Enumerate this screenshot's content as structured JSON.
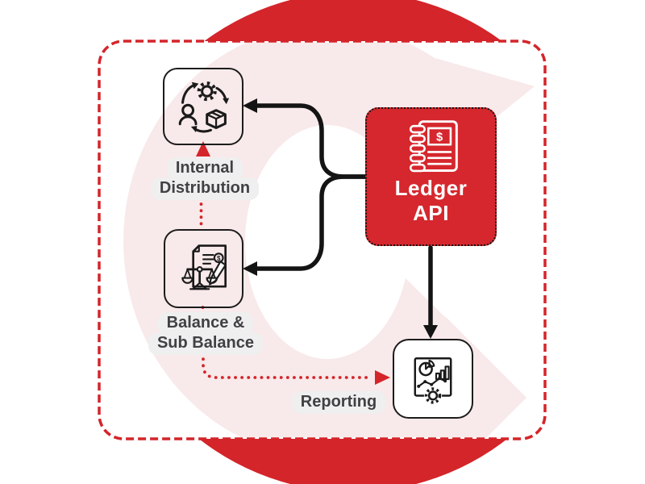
{
  "title": "Ledger API flow diagram",
  "ledger": {
    "line1": "Ledger",
    "line2": "API",
    "icon": "ledger-notebook-icon"
  },
  "internal_distribution": {
    "line1": "Internal",
    "line2": "Distribution",
    "icon": "process-cycle-icon"
  },
  "balance": {
    "line1": "Balance &",
    "line2": "Sub Balance",
    "icon": "balance-scale-document-icon"
  },
  "reporting": {
    "label": "Reporting",
    "icon": "charts-dashboard-icon"
  },
  "colors": {
    "brand_red": "#d4252a",
    "ledger_box_red": "#d5272d",
    "pale_pink": "#f8e9ea",
    "pill_background": "#efeff0",
    "label_text": "#414144",
    "connector_black": "#141414",
    "card_background": "#ffffff"
  }
}
